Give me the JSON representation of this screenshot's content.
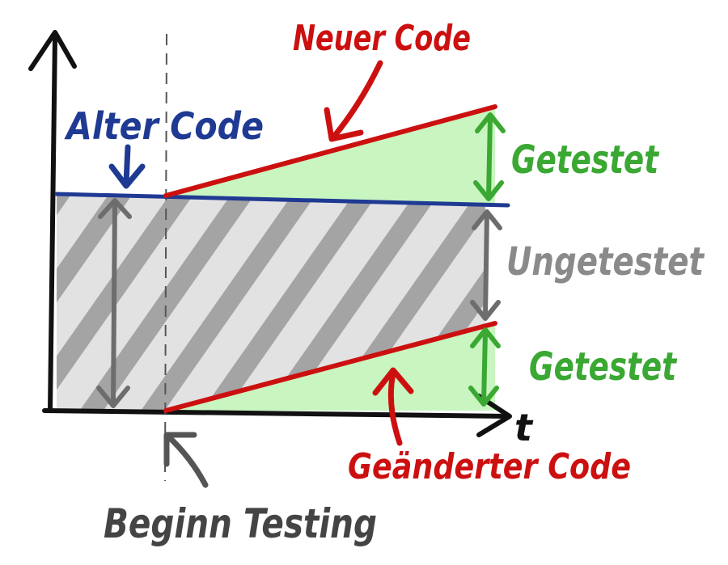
{
  "labels": {
    "alter_code": "Alter Code",
    "neuer_code": "Neuer Code",
    "geaenderter_code": "Geänderter Code",
    "getestet_top": "Getestet",
    "ungetestet": "Ungetestet",
    "getestet_bottom": "Getestet",
    "begin_testing": "Beginn Testing",
    "time_axis": "t"
  },
  "colors": {
    "old_code": "#1f3a93",
    "new_code": "#cc1010",
    "tested": "#3aa832",
    "tested_fill": "#c8f5c0",
    "untested": "#8a8a8a",
    "untested_fill": "#e2e2e2",
    "hatch": "#8f8f8f",
    "axis": "#111111",
    "begin_marker": "#555555"
  },
  "icons": [
    "y-axis-arrow-icon",
    "x-axis-arrow-icon",
    "pointer-arrow-icon",
    "double-arrow-icon"
  ]
}
